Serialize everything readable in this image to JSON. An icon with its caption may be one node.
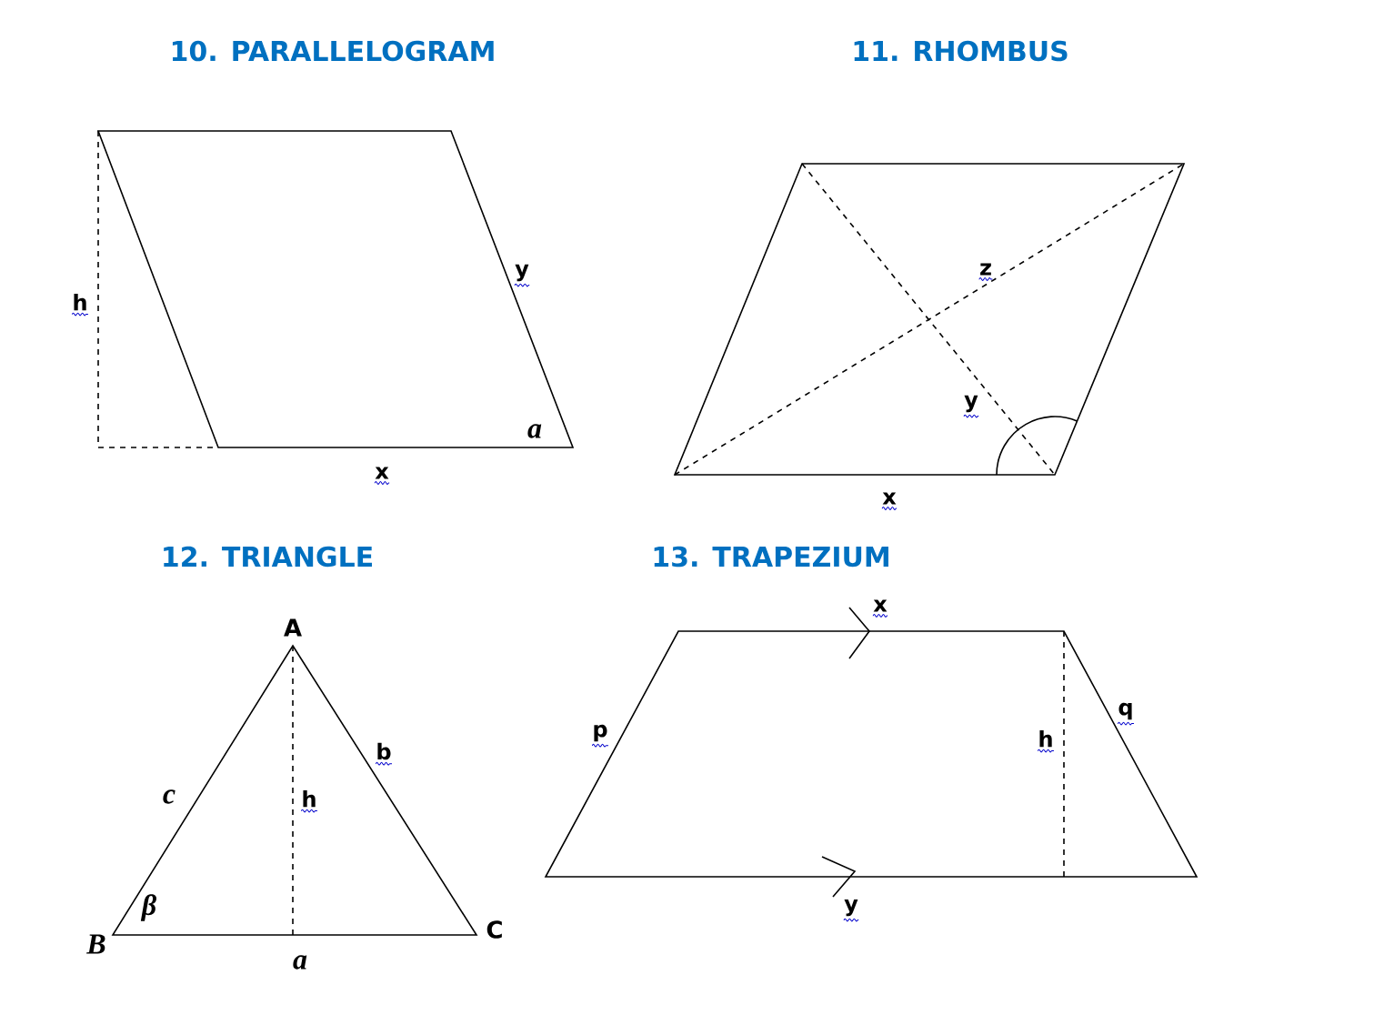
{
  "diagram": {
    "labels": [
      "10. PARALLELOGRAM",
      "11. RHOMBUS",
      "12.  TRIANGLE",
      "13. TRAPEZIUM",
      "h",
      "y",
      "a",
      "x",
      "z",
      "y",
      "x",
      "A",
      "b",
      "c",
      "h",
      "β",
      "B",
      "a",
      "C",
      "x",
      "p",
      "h",
      "q",
      "y"
    ]
  }
}
